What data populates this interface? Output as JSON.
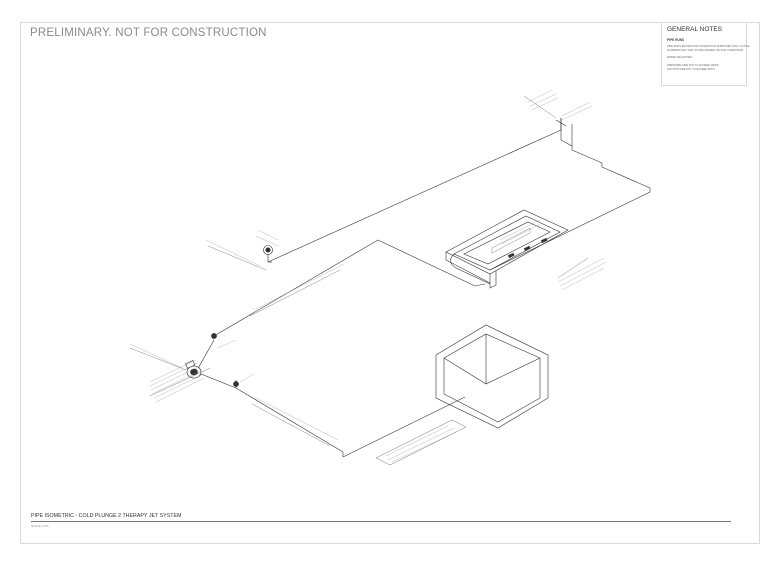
{
  "sheet": {
    "watermark": "PRELIMINARY. NOT FOR CONSTRUCTION",
    "title": "PIPE ISOMETRIC - COLD PLUNGE 2 THERAPY JET SYSTEM",
    "scale": "SCALE: NTS"
  },
  "general_notes": {
    "title": "GENERAL NOTES",
    "subtitle": "PIPE RUNS",
    "lines": [
      "PIPE RUNS SHOWN FOR CONCEPTUAL PURPOSES ONLY. ACTUAL",
      "PLUMBING MAY VARY IN FIELD BASED ON SITE CONDITIONS."
    ],
    "lines2": [
      "WATER VELOCITIES",
      "PRESSURE SIDE NOT TO EXCEED 10FPS",
      "SUCTION SIDE NOT TO EXCEED 6FPS"
    ]
  },
  "colors": {
    "line": "#333333",
    "border": "#d9d9d9",
    "watermark": "#8a8a8a"
  }
}
